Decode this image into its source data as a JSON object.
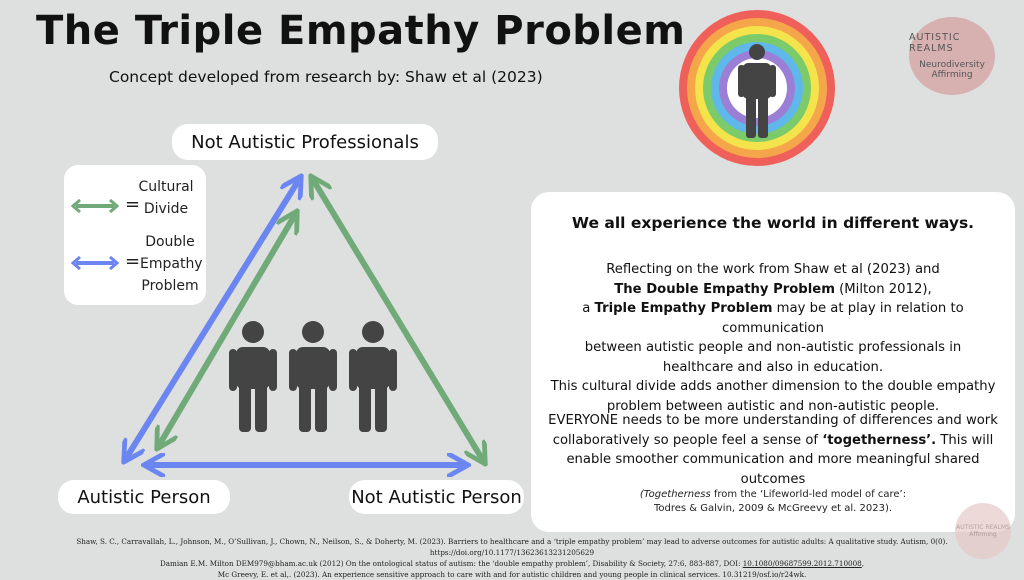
{
  "title": "The Triple Empathy Problem",
  "subtitle": "Concept developed from research by: Shaw et al (2023)",
  "nodes": {
    "top": "Not Autistic Professionals",
    "left": "Autistic Person",
    "right": "Not Autistic Person"
  },
  "legend": {
    "cultural": [
      "Cultural",
      "Divide"
    ],
    "double": [
      "Double",
      "Empathy",
      "Problem"
    ],
    "equals": "="
  },
  "colors": {
    "green": "#6faa78",
    "blue": "#6b86f0",
    "figure": "#444444"
  },
  "badge": {
    "line1": "AUTISTIC REALMS",
    "line2": "Neurodiversity",
    "line3": "Affirming"
  },
  "mini_badge": {
    "line1": "AUTISTIC REALMS",
    "line2": "Affirming"
  },
  "card": {
    "heading": "We all experience the world in different ways.",
    "p1": {
      "l1": "Reflecting on the work from Shaw et al (2023) and",
      "l2b": "The Double Empathy Problem",
      "l2": " (Milton 2012),",
      "l3a": "a ",
      "l3b": "Triple Empathy Problem",
      "l3c": " may be at play in relation to communication",
      "l4": "between autistic people and non-autistic professionals in",
      "l5": "healthcare and also in education.",
      "l6": "This cultural divide adds another dimension to the double empathy",
      "l7": "problem between autistic and non-autistic people."
    },
    "p2": {
      "l1": "EVERYONE needs to be more understanding of differences and work",
      "l2a": "collaboratively so people feel a sense of ",
      "l2b": "‘togetherness’.",
      "l2c": "  This will",
      "l3": "enable smoother communication and more meaningful shared outcomes"
    },
    "note": {
      "l1a": "(Togetherness",
      "l1b": " from the ‘Lifeworld-led model of care’:",
      "l2": "Todres & Galvin, 2009 & McGreevy et al. 2023)."
    }
  },
  "refs": {
    "r1": "Shaw, S. C., Carravallah, L., Johnson, M., O’Sullivan, J., Chown, N., Neilson, S., & Doherty, M. (2023). Barriers to healthcare and a ‘triple empathy problem’ may lead to adverse outcomes for autistic adults: A qualitative study. Autism, 0(0). https://doi.org/10.1177/13623613231205629",
    "r2a": "Damian E.M. Milton DEM979@bham.ac.uk (2012) On the ontological status of autism: the ‘double empathy problem’, Disability & Society, 27:6, 883-887, DOI: ",
    "r2b": "10.1080/09687599.2012.710008",
    "r2c": ",",
    "r3": "Mc Greevy, E. et al,. (2023). An experience sensitive approach to care with and for autistic children and young people in clinical services. 10.31219/osf.io/r24wk."
  }
}
